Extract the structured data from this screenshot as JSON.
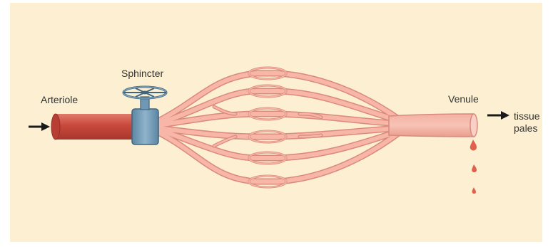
{
  "labels": {
    "arteriole": "Arteriole",
    "sphincter": "Sphincter",
    "venule": "Venule",
    "outcome": "tissue pales"
  },
  "colors": {
    "background": "#fdf0d2",
    "arteriole": "#c9483c",
    "capillary": "#f7b6a8",
    "capillary_outline": "#d98a7c",
    "sphincter": "#6e98b3",
    "drop": "#e0604d",
    "arrow": "#1a1a1a"
  },
  "icons": {
    "sphincter_valve": "valve-wheel-icon",
    "inflow_arrow": "arrow-right-icon",
    "outflow_arrow": "arrow-right-icon",
    "drops": "blood-drop-icon"
  }
}
